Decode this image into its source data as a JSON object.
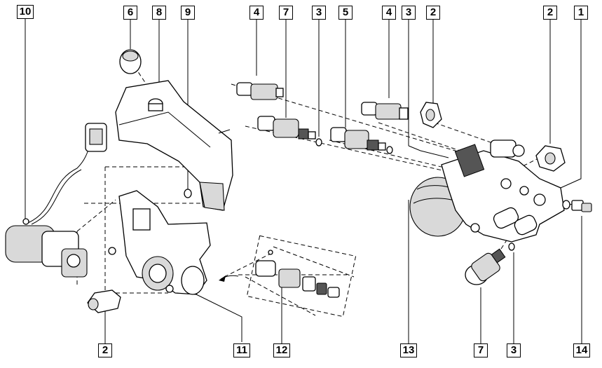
{
  "callouts": {
    "c10": "10",
    "c6": "6",
    "c8": "8",
    "c9": "9",
    "c4a": "4",
    "c7a": "7",
    "c3a": "3",
    "c5": "5",
    "c4b": "4",
    "c3b": "3",
    "c2a": "2",
    "c2b": "2",
    "c1": "1",
    "c2c": "2",
    "c11": "11",
    "c12": "12",
    "c13": "13",
    "c7b": "7",
    "c3c": "3",
    "c14": "14"
  }
}
